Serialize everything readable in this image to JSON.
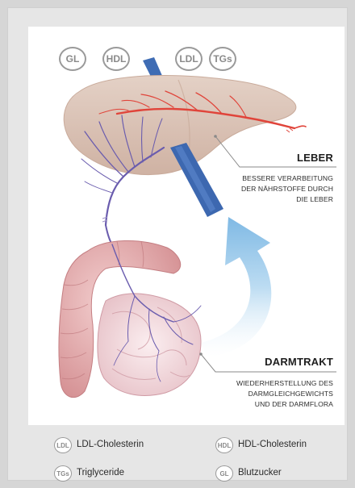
{
  "badges_top": [
    {
      "label": "GL"
    },
    {
      "label": "HDL"
    },
    {
      "label": "LDL"
    },
    {
      "label": "TGs"
    }
  ],
  "organs": {
    "liver": {
      "title": "LEBER",
      "description": [
        "BESSERE VERARBEITUNG",
        "DER NÄHRSTOFFE DURCH",
        "DIE LEBER"
      ]
    },
    "gut": {
      "title": "DARMTRAKT",
      "description": [
        "WIEDERHERSTELLUNG DES",
        "DARMGLEICHGEWICHTS",
        "UND DER DARMFLORA"
      ]
    }
  },
  "legend": [
    {
      "badge": "LDL",
      "label": "LDL-Cholesterin"
    },
    {
      "badge": "HDL",
      "label": "HDL-Cholesterin"
    },
    {
      "badge": "TGs",
      "label": "Triglyceride"
    },
    {
      "badge": "GL",
      "label": "Blutzucker"
    }
  ],
  "colors": {
    "liver": "#dcc3b6",
    "artery": "#e2453b",
    "vein": "#6a5fb0",
    "vena_cava": "#3d68b0",
    "intestine": "#e0a6a6",
    "arrow": "#8cc3e8"
  }
}
